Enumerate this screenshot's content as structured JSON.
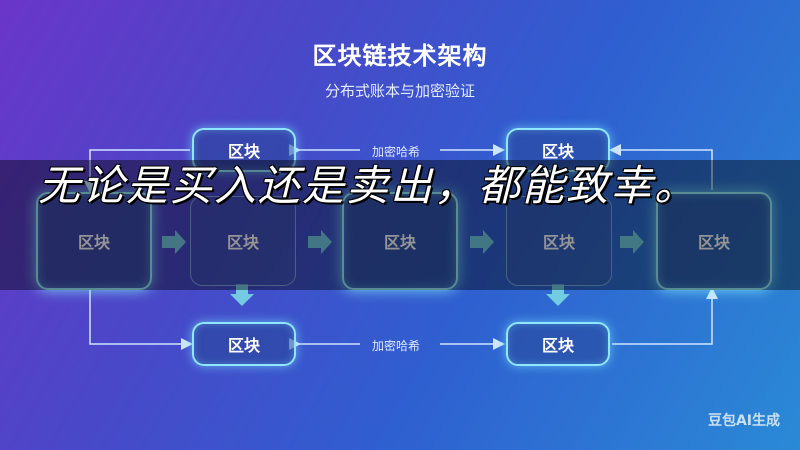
{
  "header": {
    "title": "区块链技术架构",
    "subtitle": "分布式账本与加密验证"
  },
  "diagram": {
    "block_label": "区块",
    "edge_label": "加密哈希",
    "colors": {
      "glow": "#8fe6ff",
      "arrow": "#7ad8e6"
    }
  },
  "caption": "无论是买入还是卖出，都能致幸。",
  "watermark": "豆包AI生成"
}
